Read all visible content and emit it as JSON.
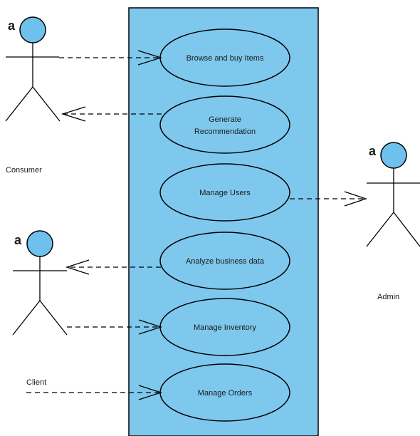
{
  "colors": {
    "system_fill": "#7ec8ee",
    "usecase_fill": "#7ec8ee",
    "actor_head": "#6ec1ec",
    "stroke": "#000000"
  },
  "actors": [
    {
      "name": "Consumer",
      "stereotype": "a"
    },
    {
      "name": "Client",
      "stereotype": "a"
    },
    {
      "name": "Admin",
      "stereotype": "a"
    }
  ],
  "usecases": [
    {
      "lines": [
        "Browse and buy Items"
      ]
    },
    {
      "lines": [
        "Generate",
        "Recommendation"
      ]
    },
    {
      "lines": [
        "Manage Users"
      ]
    },
    {
      "lines": [
        "Analyze business data"
      ]
    },
    {
      "lines": [
        "Manage Inventory"
      ]
    },
    {
      "lines": [
        "Manage Orders"
      ]
    }
  ]
}
